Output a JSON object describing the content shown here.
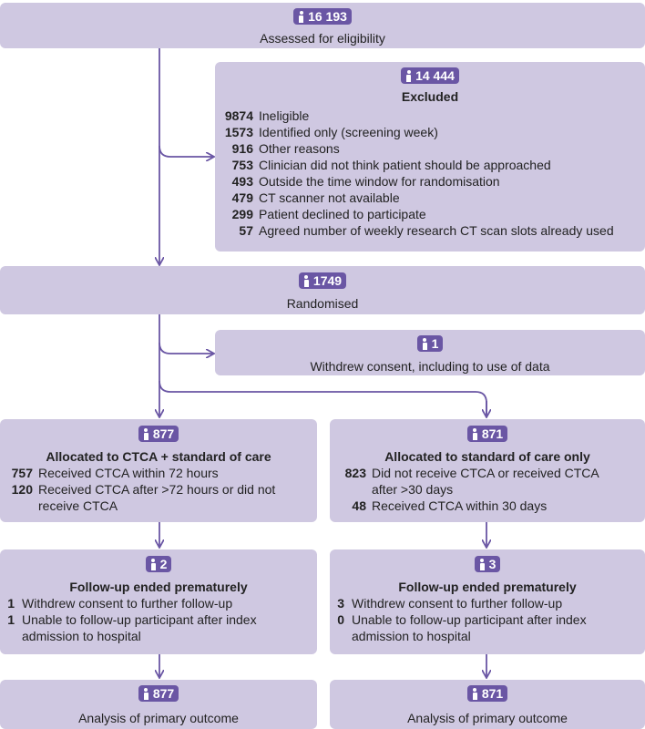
{
  "assessed": {
    "n": "16 193",
    "label": "Assessed for eligibility"
  },
  "excluded": {
    "n": "14 444",
    "title": "Excluded",
    "items": [
      {
        "n": "9874",
        "label": "Ineligible"
      },
      {
        "n": "1573",
        "label": "Identified only (screening week)"
      },
      {
        "n": "916",
        "label": "Other reasons"
      },
      {
        "n": "753",
        "label": "Clinician did not think patient should be approached"
      },
      {
        "n": "493",
        "label": "Outside the time window for randomisation"
      },
      {
        "n": "479",
        "label": "CT scanner not available"
      },
      {
        "n": "299",
        "label": "Patient declined to participate"
      },
      {
        "n": "57",
        "label": "Agreed number of weekly research CT scan slots already used"
      }
    ]
  },
  "randomised": {
    "n": "1749",
    "label": "Randomised"
  },
  "withdrew": {
    "n": "1",
    "label": "Withdrew consent, including to use of data"
  },
  "left": {
    "allocated": {
      "n": "877",
      "title": "Allocated to CTCA + standard of care",
      "items": [
        {
          "n": "757",
          "label": "Received CTCA within 72 hours"
        },
        {
          "n": "120",
          "label": "Received CTCA after >72 hours or did not receive CTCA"
        }
      ]
    },
    "followup": {
      "n": "2",
      "title": "Follow-up ended prematurely",
      "items": [
        {
          "n": "1",
          "label": "Withdrew consent to further follow-up"
        },
        {
          "n": "1",
          "label": "Unable to follow-up participant after index admission to hospital"
        }
      ]
    },
    "analysis": {
      "n": "877",
      "label": "Analysis of primary outcome"
    }
  },
  "right": {
    "allocated": {
      "n": "871",
      "title": "Allocated to standard of care only",
      "items": [
        {
          "n": "823",
          "label": "Did not receive CTCA or received CTCA after >30 days"
        },
        {
          "n": "48",
          "label": "Received CTCA within 30 days"
        }
      ]
    },
    "followup": {
      "n": "3",
      "title": "Follow-up ended prematurely",
      "items": [
        {
          "n": "3",
          "label": "Withdrew consent to further follow-up"
        },
        {
          "n": "0",
          "label": "Unable to follow-up participant after index admission to hospital"
        }
      ]
    },
    "analysis": {
      "n": "871",
      "label": "Analysis of primary outcome"
    }
  },
  "colors": {
    "box": "#cfc8e1",
    "badge": "#6a56a4",
    "line": "#6a56a4"
  }
}
